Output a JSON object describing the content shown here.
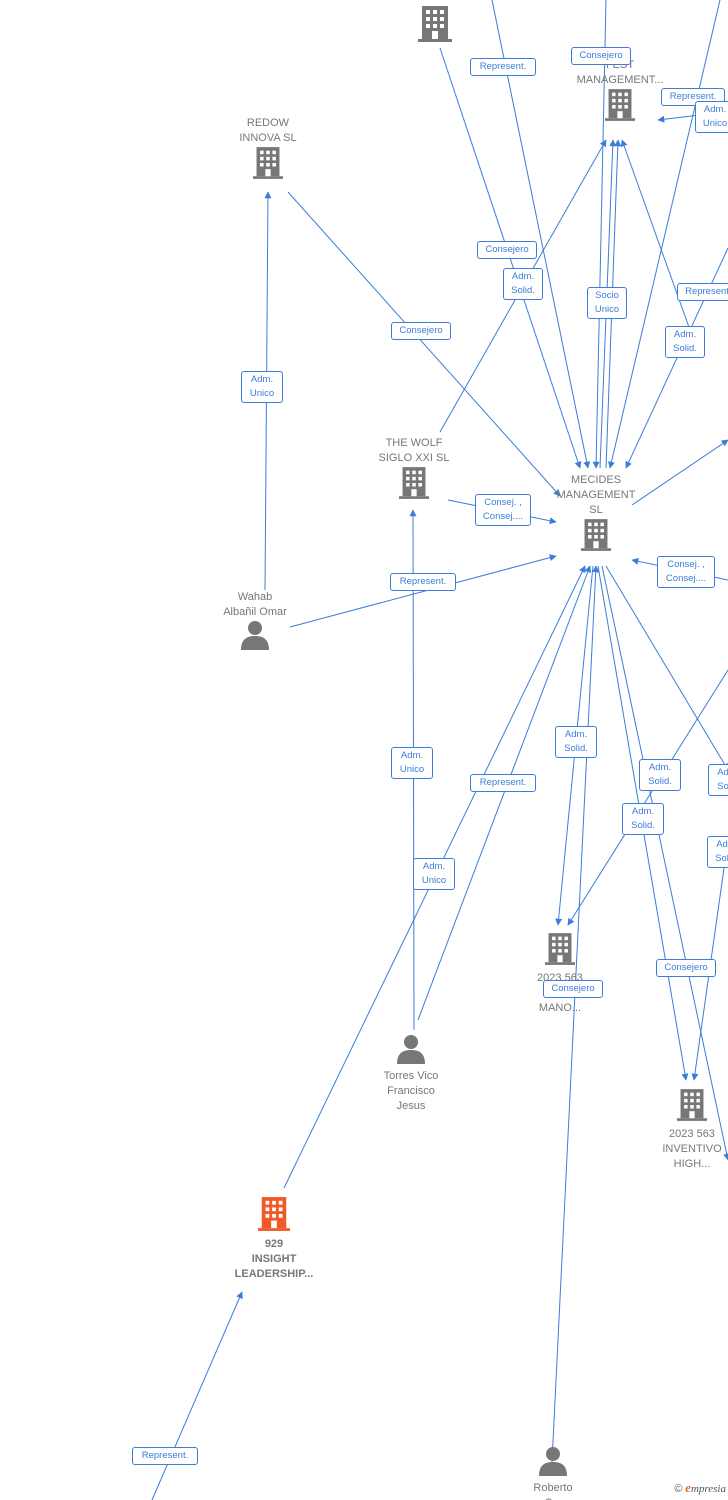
{
  "colors": {
    "edge": "#3b7dd8",
    "company": "#777777",
    "focus_company": "#f05a28",
    "person": "#777777"
  },
  "nodes": {
    "redow": {
      "label": "REDOW\nINNOVA  SL",
      "kind": "company-icon"
    },
    "thewolf": {
      "label": "THE WOLF\nSIGLO XXI  SL",
      "kind": "company-icon"
    },
    "mecides": {
      "label": "MECIDES\nMANAGEMENT\nSL",
      "kind": "company-icon"
    },
    "fest": {
      "label": "FEST\nMANAGEMENT...",
      "kind": "company-icon"
    },
    "top_company": {
      "label": "",
      "kind": "company-icon"
    },
    "hub2023": {
      "label": "2023 563\nHE...\nMANO...",
      "kind": "company-icon"
    },
    "inventivo": {
      "label": "2023 563\nINVENTIVO\nHIGH...",
      "kind": "company-icon"
    },
    "insight": {
      "label": "929\nINSIGHT\nLEADERSHIP...",
      "kind": "focus-company-icon"
    },
    "wahab": {
      "label": "Wahab\nAlbañil Omar",
      "kind": "person-icon"
    },
    "torres": {
      "label": "Torres Vico\nFrancisco\nJesus",
      "kind": "person-icon"
    },
    "roberto": {
      "label": "Roberto\nC...",
      "kind": "person-icon"
    }
  },
  "edge_labels": [
    "Represent.",
    "Consejero",
    "Represent.",
    "Adm.\nUnico",
    "Consejero",
    "Adm.\nSolid.",
    "Socio\nUnico",
    "Represent",
    "Consejero",
    "Adm.\nSolid.",
    "Adm.\nUnico",
    "Consej. ,\nConsej....",
    "Represent.",
    "Consej. ,\nConsej....",
    "Adm.\nSolid.",
    "Adm.\nUnico",
    "Represent.",
    "Adm.\nSolid.",
    "Ad\nSo",
    "Adm.\nSolid.",
    "Adm.\nUnico",
    "Ad\nSol",
    "Consejero",
    "Consejero",
    "Represent."
  ],
  "brand": {
    "copyright": "©",
    "initial": "e",
    "rest": "mpresia"
  }
}
